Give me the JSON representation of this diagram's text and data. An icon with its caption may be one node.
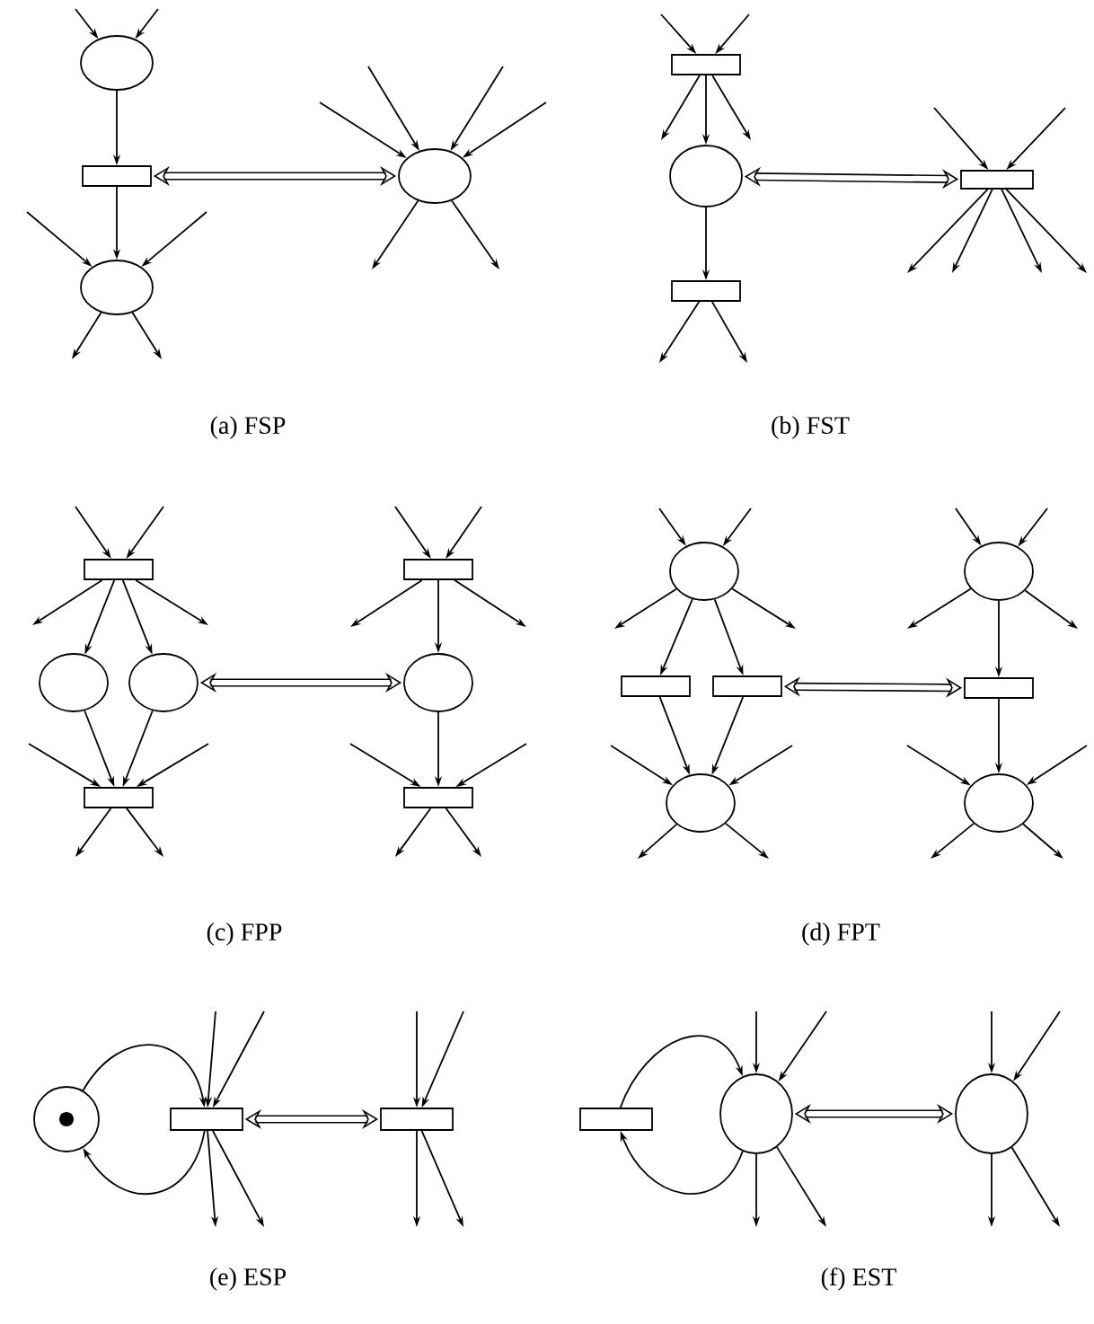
{
  "diagram": {
    "nodes": [
      {
        "text": [],
        "shape": "circle"
      },
      {
        "text": [],
        "shape": "box"
      },
      {
        "text": [],
        "shape": "circle"
      },
      {
        "text": [],
        "shape": "circle"
      },
      {
        "text": [],
        "shape": "box"
      },
      {
        "text": [],
        "shape": "circle"
      },
      {
        "text": [],
        "shape": "box"
      },
      {
        "text": [],
        "shape": "box"
      },
      {
        "text": [],
        "shape": "box"
      },
      {
        "text": [],
        "shape": "circle"
      },
      {
        "text": [],
        "shape": "circle"
      },
      {
        "text": [],
        "shape": "box"
      },
      {
        "text": [],
        "shape": "box"
      },
      {
        "text": [],
        "shape": "circle"
      },
      {
        "text": [],
        "shape": "box"
      },
      {
        "text": [],
        "shape": "circle"
      },
      {
        "text": [],
        "shape": "box"
      },
      {
        "text": [],
        "shape": "box"
      },
      {
        "text": [],
        "shape": "circle"
      },
      {
        "text": [],
        "shape": "circle"
      },
      {
        "text": [],
        "shape": "box"
      },
      {
        "text": [],
        "shape": "circle"
      },
      {
        "text": [],
        "shape": "circle"
      },
      {
        "text": [],
        "shape": "box"
      },
      {
        "text": [],
        "shape": "box"
      },
      {
        "text": [],
        "shape": "box"
      },
      {
        "text": [],
        "shape": "circle"
      },
      {
        "text": [],
        "shape": "circle"
      }
    ],
    "edges": [
      {
        "from": null,
        "to": 0,
        "arrow": "to"
      },
      {
        "from": null,
        "to": 0,
        "arrow": "to"
      },
      {
        "from": 0,
        "to": 1,
        "arrow": "to"
      },
      {
        "from": 1,
        "to": 2,
        "arrow": "to"
      },
      {
        "from": null,
        "to": 2,
        "arrow": "to"
      },
      {
        "from": null,
        "to": 2,
        "arrow": "to"
      },
      {
        "from": 2,
        "to": null,
        "arrow": "to"
      },
      {
        "from": 2,
        "to": null,
        "arrow": "to"
      },
      {
        "from": null,
        "to": 3,
        "arrow": "to"
      },
      {
        "from": null,
        "to": 3,
        "arrow": "to"
      },
      {
        "from": null,
        "to": 3,
        "arrow": "to"
      },
      {
        "from": null,
        "to": 3,
        "arrow": "to"
      },
      {
        "from": 3,
        "to": null,
        "arrow": "to"
      },
      {
        "from": 3,
        "to": null,
        "arrow": "to"
      },
      {
        "from": null,
        "to": 4,
        "arrow": "to"
      },
      {
        "from": null,
        "to": 4,
        "arrow": "to"
      },
      {
        "from": 4,
        "to": null,
        "arrow": "to"
      },
      {
        "from": 4,
        "to": null,
        "arrow": "to"
      },
      {
        "from": 4,
        "to": 5,
        "arrow": "to"
      },
      {
        "from": 5,
        "to": 6,
        "arrow": "to"
      },
      {
        "from": 6,
        "to": null,
        "arrow": "to"
      },
      {
        "from": 6,
        "to": null,
        "arrow": "to"
      },
      {
        "from": null,
        "to": 7,
        "arrow": "to"
      },
      {
        "from": null,
        "to": 7,
        "arrow": "to"
      },
      {
        "from": 7,
        "to": null,
        "arrow": "to"
      },
      {
        "from": 7,
        "to": null,
        "arrow": "to"
      },
      {
        "from": 7,
        "to": null,
        "arrow": "to"
      },
      {
        "from": 7,
        "to": null,
        "arrow": "to"
      },
      {
        "from": null,
        "to": 8,
        "arrow": "to"
      },
      {
        "from": null,
        "to": 8,
        "arrow": "to"
      },
      {
        "from": 8,
        "to": null,
        "arrow": "to"
      },
      {
        "from": 8,
        "to": null,
        "arrow": "to"
      },
      {
        "from": 8,
        "to": 9,
        "arrow": "to"
      },
      {
        "from": 8,
        "to": 10,
        "arrow": "to"
      },
      {
        "from": 9,
        "to": 11,
        "arrow": "to"
      },
      {
        "from": 10,
        "to": 11,
        "arrow": "to"
      },
      {
        "from": null,
        "to": 11,
        "arrow": "to"
      },
      {
        "from": null,
        "to": 11,
        "arrow": "to"
      },
      {
        "from": 11,
        "to": null,
        "arrow": "to"
      },
      {
        "from": 11,
        "to": null,
        "arrow": "to"
      },
      {
        "from": null,
        "to": 12,
        "arrow": "to"
      },
      {
        "from": null,
        "to": 12,
        "arrow": "to"
      },
      {
        "from": 12,
        "to": null,
        "arrow": "to"
      },
      {
        "from": 12,
        "to": null,
        "arrow": "to"
      },
      {
        "from": 12,
        "to": 13,
        "arrow": "to"
      },
      {
        "from": 13,
        "to": 14,
        "arrow": "to"
      },
      {
        "from": null,
        "to": 14,
        "arrow": "to"
      },
      {
        "from": null,
        "to": 14,
        "arrow": "to"
      },
      {
        "from": 14,
        "to": null,
        "arrow": "to"
      },
      {
        "from": 14,
        "to": null,
        "arrow": "to"
      },
      {
        "from": null,
        "to": 15,
        "arrow": "to"
      },
      {
        "from": null,
        "to": 15,
        "arrow": "to"
      },
      {
        "from": 15,
        "to": null,
        "arrow": "to"
      },
      {
        "from": 15,
        "to": null,
        "arrow": "to"
      },
      {
        "from": 15,
        "to": 16,
        "arrow": "to"
      },
      {
        "from": 15,
        "to": 17,
        "arrow": "to"
      },
      {
        "from": 16,
        "to": 18,
        "arrow": "to"
      },
      {
        "from": 17,
        "to": 18,
        "arrow": "to"
      },
      {
        "from": null,
        "to": 18,
        "arrow": "to"
      },
      {
        "from": null,
        "to": 18,
        "arrow": "to"
      },
      {
        "from": 18,
        "to": null,
        "arrow": "to"
      },
      {
        "from": 18,
        "to": null,
        "arrow": "to"
      },
      {
        "from": null,
        "to": 19,
        "arrow": "to"
      },
      {
        "from": null,
        "to": 19,
        "arrow": "to"
      },
      {
        "from": 19,
        "to": null,
        "arrow": "to"
      },
      {
        "from": 19,
        "to": null,
        "arrow": "to"
      },
      {
        "from": 19,
        "to": 20,
        "arrow": "to"
      },
      {
        "from": 20,
        "to": 21,
        "arrow": "to"
      },
      {
        "from": null,
        "to": 21,
        "arrow": "to"
      },
      {
        "from": null,
        "to": 21,
        "arrow": "to"
      },
      {
        "from": 21,
        "to": null,
        "arrow": "to"
      },
      {
        "from": 21,
        "to": null,
        "arrow": "to"
      },
      {
        "from": 23,
        "to": 22,
        "arrow": "to"
      },
      {
        "from": 22,
        "to": 23,
        "arrow": "to"
      },
      {
        "from": null,
        "to": 23,
        "arrow": "to"
      },
      {
        "from": null,
        "to": 23,
        "arrow": "to"
      },
      {
        "from": 23,
        "to": null,
        "arrow": "to"
      },
      {
        "from": 23,
        "to": null,
        "arrow": "to"
      },
      {
        "from": null,
        "to": 24,
        "arrow": "to"
      },
      {
        "from": null,
        "to": 24,
        "arrow": "to"
      },
      {
        "from": 24,
        "to": null,
        "arrow": "to"
      },
      {
        "from": 24,
        "to": null,
        "arrow": "to"
      },
      {
        "from": 26,
        "to": 25,
        "arrow": "to"
      },
      {
        "from": 25,
        "to": 26,
        "arrow": "to"
      },
      {
        "from": null,
        "to": 26,
        "arrow": "to"
      },
      {
        "from": null,
        "to": 26,
        "arrow": "to"
      },
      {
        "from": 26,
        "to": null,
        "arrow": "to"
      },
      {
        "from": 26,
        "to": null,
        "arrow": "to"
      },
      {
        "from": null,
        "to": 27,
        "arrow": "to"
      },
      {
        "from": null,
        "to": 27,
        "arrow": "to"
      },
      {
        "from": 27,
        "to": null,
        "arrow": "to"
      },
      {
        "from": 27,
        "to": null,
        "arrow": "to"
      },
      {
        "from": 1,
        "to": 3,
        "arrow": "both",
        "style": "thick"
      },
      {
        "from": 5,
        "to": 7,
        "arrow": "both",
        "style": "thick"
      },
      {
        "from": 10,
        "to": 13,
        "arrow": "both",
        "style": "thick"
      },
      {
        "from": 17,
        "to": 20,
        "arrow": "both",
        "style": "thick"
      },
      {
        "from": 23,
        "to": 24,
        "arrow": "both",
        "style": "thick"
      },
      {
        "from": 26,
        "to": 27,
        "arrow": "both",
        "style": "thick"
      }
    ],
    "labels": [
      "(a) FSP",
      "(b) FST",
      "(c) FPP",
      "(d) FPT",
      "(e) ESP",
      "(f) EST"
    ]
  }
}
